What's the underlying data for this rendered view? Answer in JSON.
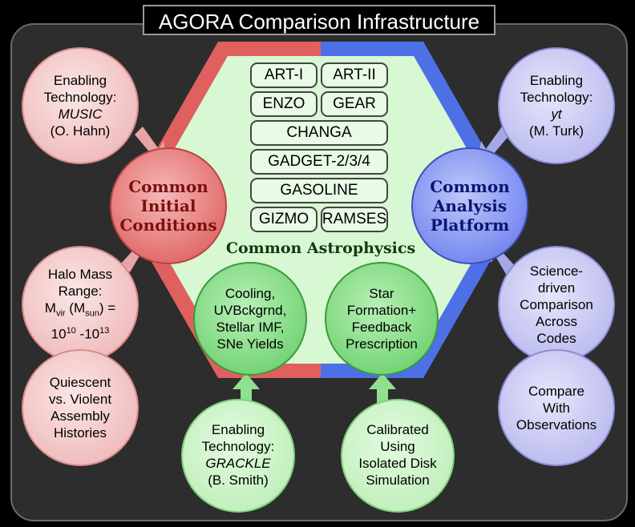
{
  "title": "AGORA Comparison Infrastructure",
  "codes": [
    "ART-I",
    "ART-II",
    "ENZO",
    "GEAR",
    "CHANGA",
    "GADGET-2/3/4",
    "GASOLINE",
    "GIZMO",
    "RAMSES"
  ],
  "center_label": "Common Astrophysics",
  "left_hub": [
    "Common",
    "Initial",
    "Conditions"
  ],
  "right_hub": [
    "Common",
    "Analysis",
    "Platform"
  ],
  "left_top": {
    "l1": "Enabling",
    "l2": "Technology:",
    "l3": "MUSIC",
    "l4": "(O. Hahn)"
  },
  "left_mid": {
    "l1": "Halo Mass",
    "l2": "Range:",
    "m": "M",
    "vir": "vir",
    "paren_open": " (M",
    "sun": "sun",
    "paren_close": ") =",
    "ten1": "10",
    "exp1": "10",
    "dash": " -10",
    "exp2": "13"
  },
  "left_bottom": [
    "Quiescent",
    "vs. Violent",
    "Assembly",
    "Histories"
  ],
  "right_top": {
    "l1": "Enabling",
    "l2": "Technology:",
    "l3": "yt",
    "l4": "(M. Turk)"
  },
  "right_mid": [
    "Science-",
    "driven",
    "Comparison",
    "Across",
    "Codes"
  ],
  "right_bottom": [
    "Compare",
    "With",
    "Observations"
  ],
  "green_left": [
    "Cooling,",
    "UVBckgrnd,",
    "Stellar IMF,",
    "SNe Yields"
  ],
  "green_right": [
    "Star",
    "Formation+",
    "Feedback",
    "Prescription"
  ],
  "bottom_left": {
    "l1": "Enabling",
    "l2": "Technology:",
    "l3": "GRACKLE",
    "l4": "(B. Smith)"
  },
  "bottom_right": [
    "Calibrated",
    "Using",
    "Isolated Disk",
    "Simulation"
  ],
  "colors": {
    "red": "#e06060",
    "blue": "#4d70e6",
    "pink_fill": "#f7d3d3",
    "lavender_fill": "#d3d3f7",
    "green_fill": "#8fe08f",
    "hex_fill": "#d7f8d2"
  }
}
